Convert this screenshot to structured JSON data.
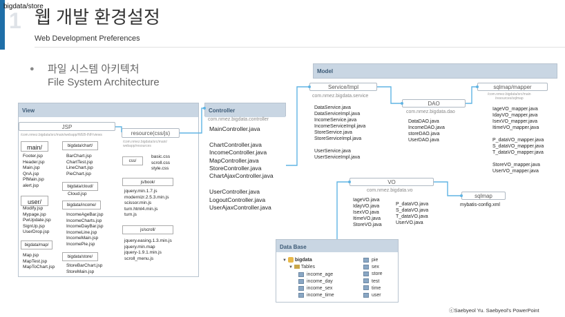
{
  "slide": {
    "corner_tag": "bigdata/store",
    "number": "1",
    "title": "웹 개발 환경설정",
    "subtitle": "Web Development Preferences",
    "bullet": "●",
    "heading_ko": "파일 시스템 아키텍처",
    "heading_en": "File System Architecture",
    "copyright": "ⓒSaebyeol Yu. Saebyeol's PowerPoint"
  },
  "view": {
    "header": "View",
    "jsp_label": "JSP",
    "jsp_path": "/com.nmez.bigdata/src/main/webapp/WEB-INF/views",
    "resource_label": "resource(css/js)",
    "resource_path": "/com.nmez.bigdata/src/main/\nwebapp/resources",
    "folders": {
      "main": "main/",
      "user": "user/",
      "map": "bigdata/map/",
      "chart": "bigdata/chart/",
      "cloud": "bigdata/cloud/",
      "income": "bigdata/income/",
      "store": "bigdata/store/",
      "css": "css/",
      "js_book": "js/book/",
      "js_scroll": "js/scroll/"
    },
    "main_files": [
      "Footer.jsp",
      "Header.jsp",
      "Main.jsp",
      "QnA.jsp",
      "PfMain.jsp",
      "alert.jsp"
    ],
    "user_files": [
      "Modify.jsp",
      "Mypage.jsp",
      "PwUpdate.jsp",
      "SignUp.jsp",
      "UserDrop.jsp"
    ],
    "map_files": [
      "Map.jsp",
      "MapTest.jsp",
      "MapToChart.jsp"
    ],
    "chart_files": [
      "BarChart.jsp",
      "ChartTest.jsp",
      "LineChart.jsp",
      "PieChart.jsp"
    ],
    "cloud_files": [
      "Cloud.jsp"
    ],
    "income_files": [
      "IncomeAgeBar.jsp",
      "IncomeCharts.jsp",
      "IncomeDayBar.jsp",
      "IncomeLine.jsp",
      "IncomeMain.jsp",
      "IncomePie.jsp"
    ],
    "store_files": [
      "StoreBarChart.jsp",
      "StoreMain.jsp"
    ],
    "css_files": [
      "basic.css",
      "scroll.css",
      "style.css"
    ],
    "book_files": [
      "jquery.min.1.7.js",
      "modernizr.2.5.3.min.js",
      "scissor.min.js",
      "turn.html4.min.js",
      "turn.js"
    ],
    "scroll_files": [
      "jquery.easing.1.3.min.js",
      "jquery.min.map",
      "jquery-1.9.1.min.js",
      "scroll_menu.js"
    ]
  },
  "controller": {
    "header": "Controller",
    "package": "com.nmez.bigdata.controller",
    "files": [
      "MainController.java",
      "",
      "ChartController.java",
      "IncomeController.java",
      "MapController.java",
      "StoreController.java",
      "ChartAjaxController.java",
      "",
      "UserController.java",
      "LogoutController.java",
      "UserAjaxController.java"
    ]
  },
  "model": {
    "header": "Model",
    "service_label": "Service/Impl",
    "service_package": "com.nmez.bigdata.service",
    "service_files": [
      "DataService.java",
      "DataServiceImpl.java",
      "IncomeService.java",
      "IncomeServiceImpl.java",
      "StoreService.java",
      "StoreServiceImpl.java",
      "",
      "UserService.java",
      "UserServiceImpl.java"
    ],
    "dao_label": "DAO",
    "dao_package": "com.nmez.bigdata.dao",
    "dao_files": [
      "DataDAO.java",
      "IncomeDAO.java",
      "storeDAO.java",
      "UserDAO.java"
    ],
    "mapper_label": "sqlmap/mapper",
    "mapper_path": "/com.nmez.bigdata/src/main\n/resources/sqlmap",
    "mapper_files": [
      "IageVO_mapper.java",
      "IdayVO_mapper.java",
      "IsexVO_mapper.java",
      "ItimeVO_mapper.java",
      "",
      "P_dataVO_mapper.java",
      "S_dataVO_mapper.java",
      "T_dataVO_mapper.java",
      "",
      "StoreVO_mapper.java",
      "UserVO_mapper.java"
    ],
    "vo_label": "VO",
    "vo_package": "com.nmez.bigdata.vo",
    "vo_files_left": [
      "IageVO.java",
      "IdayVO.java",
      "IsexVO.java",
      "ItimeVO.java",
      "StoreVO.java"
    ],
    "vo_files_right": [
      "P_dataVO.java",
      "S_dataVO.java",
      "T_dataVO.java",
      "UserVO.java"
    ],
    "sqlmap_label": "sqlmap",
    "sqlmap_file": "mybatis-config.xml"
  },
  "database": {
    "header": "Data Base",
    "schema": "bigdata",
    "tables_label": "Tables",
    "tables_left": [
      "income_age",
      "income_day",
      "income_sex",
      "income_time"
    ],
    "tables_right": [
      "pie",
      "sex",
      "store",
      "test",
      "time",
      "user"
    ]
  }
}
